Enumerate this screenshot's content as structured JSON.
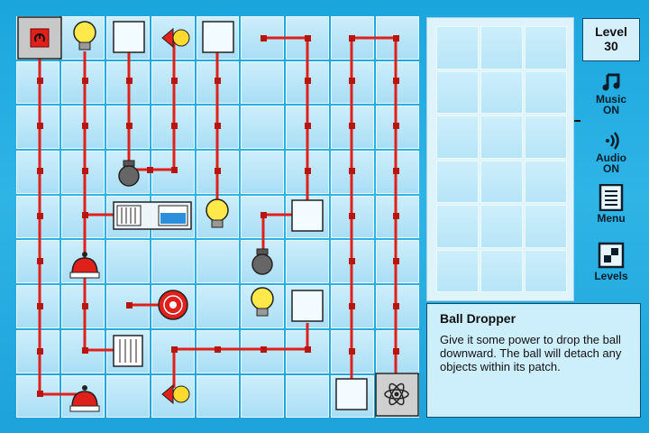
{
  "level": {
    "label": "Level",
    "number": "30"
  },
  "side_buttons": [
    {
      "name": "music",
      "label1": "Music",
      "label2": "ON",
      "icon": "music-note-icon"
    },
    {
      "name": "audio",
      "label1": "Audio",
      "label2": "ON",
      "icon": "speaker-icon"
    },
    {
      "name": "menu",
      "label1": "Menu",
      "label2": "",
      "icon": "menu-list-icon"
    },
    {
      "name": "levels",
      "label1": "Levels",
      "label2": "",
      "icon": "levels-grid-icon"
    }
  ],
  "info": {
    "title": "Ball Dropper",
    "description": "Give it some power to drop the ball downward. The ball will detach any objects within its patch."
  },
  "colors": {
    "wire": "#e0201a",
    "node": "#b81410",
    "background": "#1aa6dd",
    "cell": "#c4eaf9"
  },
  "board": {
    "columns": 9,
    "rows": 9
  },
  "inventory": {
    "columns": 3,
    "rows": 6
  }
}
